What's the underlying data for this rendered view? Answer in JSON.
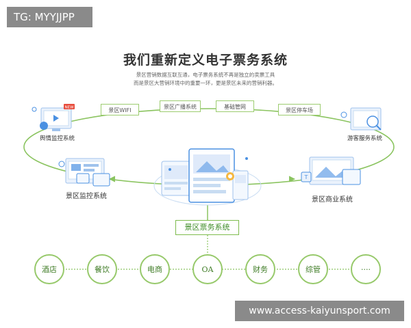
{
  "watermark": "TG: MYYJJPP",
  "site_url": "www.access-kaiyunsport.com",
  "title": "我们重新定义电子票务系统",
  "subtitle_lines": [
    "景区营销数据互联互通，电子票务系统不再是独立的卖票工具",
    "而是景区大营销环境中的重要一环，更是景区未来的营销利器。"
  ],
  "top_boxes": [
    "景区WIFI",
    "景区广播系统",
    "基础管网",
    "景区停车场"
  ],
  "side_labels": {
    "public_opinion": "舆情监控系统",
    "tourist_service": "游客服务系统",
    "monitoring": "景区监控系统",
    "commerce": "景区商业系统"
  },
  "new_badge": "NEW",
  "ticket_label": "景区票务系统",
  "bottom_circles": [
    "酒店",
    "餐饮",
    "电商",
    "OA",
    "财务",
    "综管",
    "····"
  ],
  "colors": {
    "accent_green": "#8bc460",
    "dark_green": "#3f8d28",
    "screen_blue": "#4a90e2"
  }
}
